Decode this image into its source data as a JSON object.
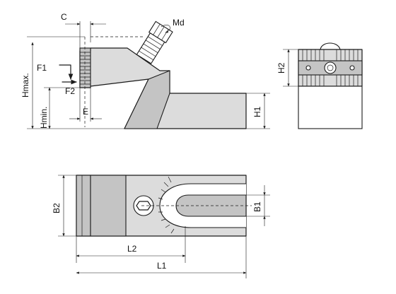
{
  "labels": {
    "c": "C",
    "md": "Md",
    "f1": "F1",
    "f2": "F2",
    "hmax": "Hmax.",
    "hmin": "Hmin.",
    "e": "E",
    "h1": "H1",
    "h2": "H2",
    "b2": "B2",
    "b1": "B1",
    "l2": "L2",
    "l1": "L1"
  }
}
